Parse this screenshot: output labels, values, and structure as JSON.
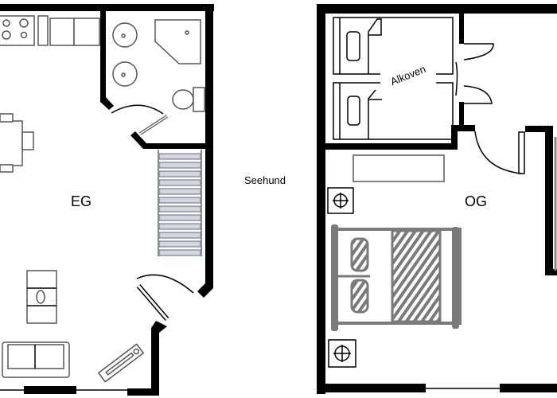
{
  "labels": {
    "ground_floor": "EG",
    "name": "Seehund",
    "upper_floor": "OG",
    "alcove": "Alkoven"
  },
  "colors": {
    "wall": "#000000",
    "furniture": "#555555",
    "stair_tread": "#d3d6dc",
    "bed": "#7a7a7a"
  }
}
